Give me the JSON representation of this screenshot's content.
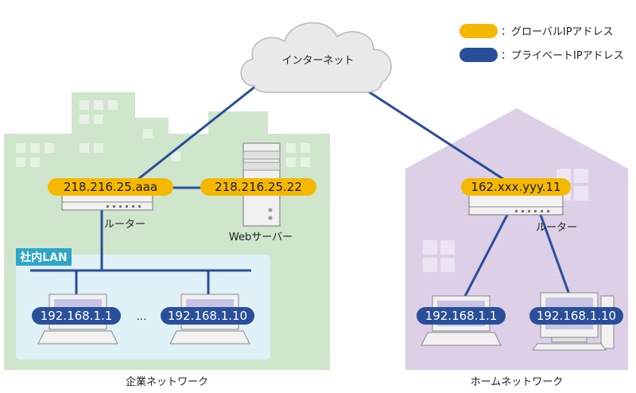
{
  "legend": {
    "global_label": "：グローバルIPアドレス",
    "private_label": "：プライベートIPアドレス"
  },
  "internet_label": "インターネット",
  "corporate": {
    "router_ip": "218.216.25.aaa",
    "web_server_ip": "218.216.25.22",
    "router_label": "ルーター",
    "web_server_label": "Webサーバー",
    "lan_label": "社内LAN",
    "pc1_ip": "192.168.1.1",
    "ellipsis": "…",
    "pc2_ip": "192.168.1.10",
    "caption": "企業ネットワーク"
  },
  "home": {
    "router_ip": "162.xxx.yyy.11",
    "router_label": "ルーター",
    "laptop_ip": "192.168.1.1",
    "desktop_ip": "192.168.1.10",
    "caption": "ホームネットワーク"
  },
  "colors": {
    "global": "#f5b800",
    "private": "#2a4f9a",
    "corporate_bg": "#cfe6cc",
    "home_bg": "#dccfe6",
    "lan_bg": "#dff0f7",
    "line": "#2a4f9a"
  }
}
